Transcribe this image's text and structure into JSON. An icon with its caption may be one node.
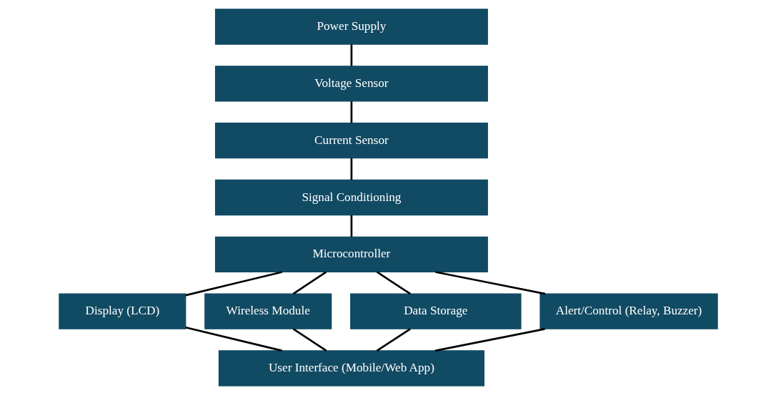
{
  "diagram": {
    "nodes": [
      {
        "text": [
          "Power Supply"
        ]
      },
      {
        "text": [
          "Voltage Sensor"
        ]
      },
      {
        "text": [
          "Current Sensor"
        ]
      },
      {
        "text": [
          "Signal Conditioning"
        ]
      },
      {
        "text": [
          "Microcontroller"
        ]
      },
      {
        "text": [
          "Display (LCD)"
        ]
      },
      {
        "text": [
          "Wireless Module"
        ]
      },
      {
        "text": [
          "Data Storage"
        ]
      },
      {
        "text": [
          "Alert/Control (Relay, Buzzer)"
        ]
      },
      {
        "text": [
          "User Interface (Mobile/Web App)"
        ]
      }
    ],
    "edges": [
      {
        "from": 0,
        "to": 1,
        "arrow": "none"
      },
      {
        "from": 1,
        "to": 2,
        "arrow": "none"
      },
      {
        "from": 2,
        "to": 3,
        "arrow": "none"
      },
      {
        "from": 3,
        "to": 4,
        "arrow": "none"
      },
      {
        "from": 4,
        "to": 5,
        "arrow": "none"
      },
      {
        "from": 4,
        "to": 6,
        "arrow": "none"
      },
      {
        "from": 4,
        "to": 7,
        "arrow": "none"
      },
      {
        "from": 4,
        "to": 8,
        "arrow": "none"
      },
      {
        "from": 5,
        "to": 9,
        "arrow": "none"
      },
      {
        "from": 6,
        "to": 9,
        "arrow": "none"
      },
      {
        "from": 7,
        "to": 9,
        "arrow": "none"
      },
      {
        "from": 8,
        "to": 9,
        "arrow": "none"
      }
    ]
  }
}
